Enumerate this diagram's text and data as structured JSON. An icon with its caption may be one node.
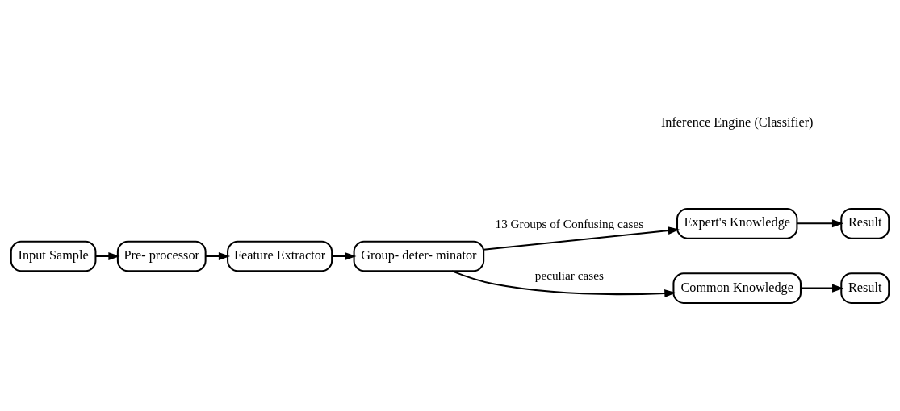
{
  "diagram": {
    "nodes": [
      {
        "text": [
          "Input Sample"
        ]
      },
      {
        "text": [
          "Pre- processor"
        ]
      },
      {
        "text": [
          "Feature Extractor"
        ]
      },
      {
        "text": [
          "Group- deter- minator"
        ]
      },
      {
        "text": [
          "Expert's Knowledge"
        ]
      },
      {
        "text": [
          "Common Knowledge"
        ]
      },
      {
        "text": [
          "Result"
        ]
      },
      {
        "text": [
          "Result"
        ]
      }
    ],
    "edges": [
      {
        "from": 0,
        "to": 1,
        "arrow": "to"
      },
      {
        "from": 1,
        "to": 2,
        "arrow": "to"
      },
      {
        "from": 2,
        "to": 3,
        "arrow": "to"
      },
      {
        "from": 3,
        "to": 4,
        "arrow": "to",
        "label": "13 Groups of Confusing cases"
      },
      {
        "from": 3,
        "to": 5,
        "arrow": "to",
        "label": "peculiar cases"
      },
      {
        "from": 4,
        "to": 6,
        "arrow": "to"
      },
      {
        "from": 5,
        "to": 7,
        "arrow": "to"
      }
    ],
    "labels": [
      "Inference Engine (Classifier)"
    ]
  }
}
